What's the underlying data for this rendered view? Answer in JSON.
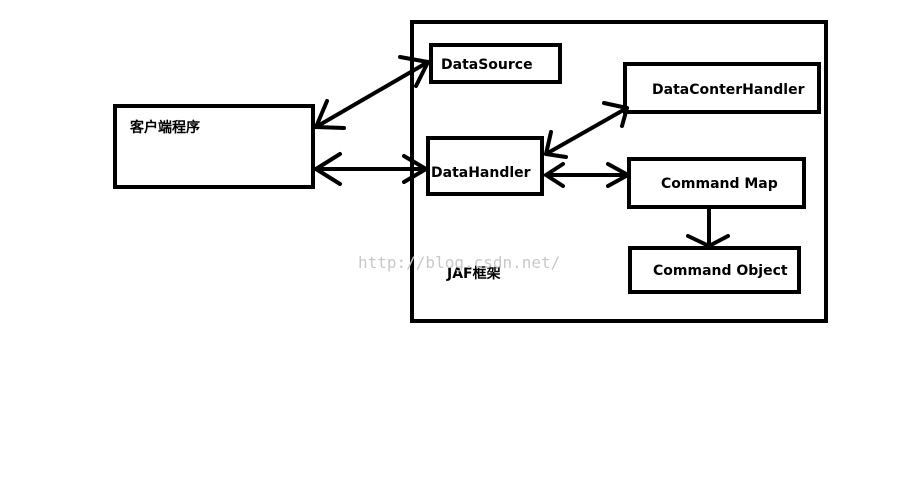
{
  "diagram": {
    "nodes": {
      "client": "客户端程序",
      "framework": "JAF框架",
      "datasource": "DataSource",
      "datahandler": "DataHandler",
      "dch": "DataConterHandler",
      "commandmap": "Command Map",
      "commandobject": "Command Object"
    },
    "watermark": "http://blog.csdn.net/"
  }
}
